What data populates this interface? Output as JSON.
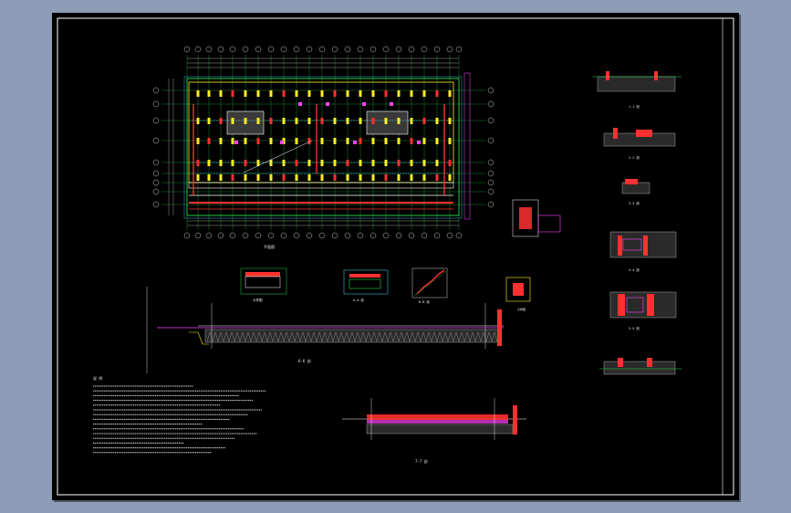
{
  "app": {
    "title": "CAD drawing viewer"
  },
  "drawing": {
    "background": "#000000",
    "frame_color": "#ffffff",
    "plan_title": "平面图",
    "notes_heading": "说 明",
    "labels": {
      "section_66": "6-6 剖",
      "section_77": "7-7 剖",
      "section_11": "1-1 剖",
      "section_22": "2-2 剖",
      "section_33": "3-3 剖",
      "section_44": "4-4 剖",
      "section_55": "5-5 剖",
      "detail_a": "大样图",
      "detail_b": "A-A 剖",
      "detail_c": "B-B 剖"
    },
    "colors": {
      "grid": "#2ad84a",
      "wall": "#ff3030",
      "column": "#ffee22",
      "dim": "#44ddff",
      "accent": "#ff44ff",
      "hatch": "#c8c8c8"
    }
  }
}
